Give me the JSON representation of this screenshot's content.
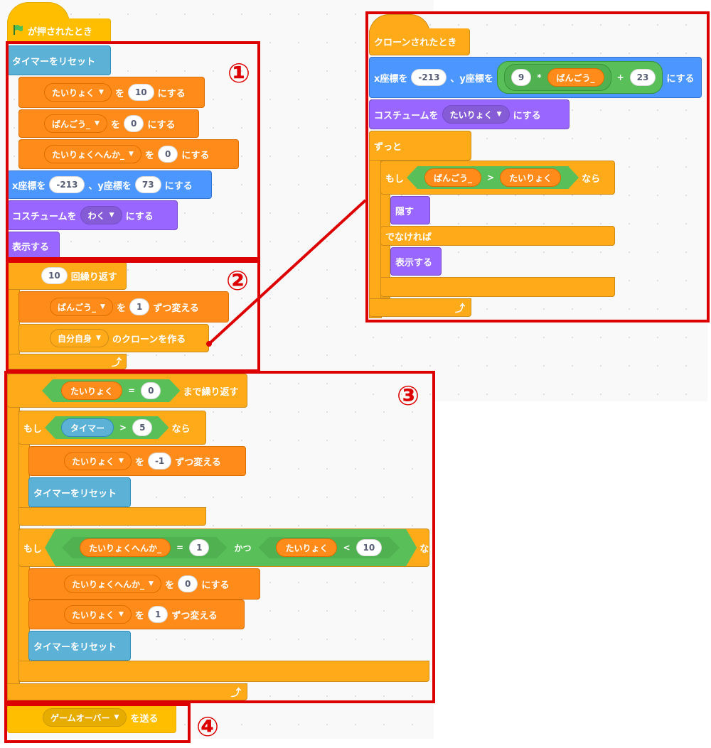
{
  "main_script": {
    "hat": {
      "label": "が押されたとき",
      "icon": "green-flag-icon"
    },
    "section1": {
      "reset_timer": "タイマーをリセット",
      "set_hp": {
        "var": "たいりょく",
        "mid": "を",
        "value": "10",
        "suffix": "にする"
      },
      "set_num": {
        "var": "ばんごう_",
        "mid": "を",
        "value": "0",
        "suffix": "にする"
      },
      "set_hpchange": {
        "var": "たいりょくへんか_",
        "mid": "を",
        "value": "0",
        "suffix": "にする"
      },
      "goto_xy": {
        "x_prefix": "x座標を",
        "x": "-213",
        "y_prefix": "、y座標を",
        "y": "73",
        "suffix": "にする"
      },
      "costume": {
        "prefix": "コスチュームを",
        "value": "わく",
        "suffix": "にする"
      },
      "show": "表示する"
    },
    "section2": {
      "repeat": {
        "count": "10",
        "label": "回繰り返す"
      },
      "change_num": {
        "var": "ばんごう_",
        "mid": "を",
        "value": "1",
        "suffix": "ずつ変える"
      },
      "clone": {
        "target": "自分自身",
        "suffix": "のクローンを作る"
      }
    },
    "section3": {
      "repeat_until": {
        "var": "たいりょく",
        "op": "=",
        "value": "0",
        "suffix": "まで繰り返す"
      },
      "if1": {
        "prefix": "もし",
        "reporter": "タイマー",
        "op": ">",
        "value": "5",
        "suffix": "なら"
      },
      "change_hp_minus": {
        "var": "たいりょく",
        "mid": "を",
        "value": "-1",
        "suffix": "ずつ変える"
      },
      "reset_timer_1": "タイマーをリセット",
      "if2": {
        "prefix": "もし",
        "var1": "たいりょくへんか_",
        "op1": "=",
        "val1": "1",
        "and": "かつ",
        "var2": "たいりょく",
        "op2": "<",
        "val2": "10",
        "suffix": "なら"
      },
      "set_hpchange_0": {
        "var": "たいりょくへんか_",
        "mid": "を",
        "value": "0",
        "suffix": "にする"
      },
      "change_hp_plus": {
        "var": "たいりょく",
        "mid": "を",
        "value": "1",
        "suffix": "ずつ変える"
      },
      "reset_timer_2": "タイマーをリセット"
    },
    "section4": {
      "broadcast": {
        "message": "ゲームオーバー",
        "suffix": "を送る"
      }
    }
  },
  "clone_script": {
    "hat": "クローンされたとき",
    "goto_xy": {
      "x_prefix": "x座標を",
      "x": "-213",
      "y_prefix": "、y座標を",
      "a": "9",
      "mul": "*",
      "var": "ばんごう_",
      "plus": "+",
      "b": "23",
      "suffix": "にする"
    },
    "costume": {
      "prefix": "コスチュームを",
      "value": "たいりょく",
      "suffix": "にする"
    },
    "forever": "ずっと",
    "if": {
      "prefix": "もし",
      "left": "ばんごう_",
      "op": ">",
      "right": "たいりょく",
      "suffix": "なら"
    },
    "hide": "隠す",
    "else": "でなければ",
    "show": "表示する"
  },
  "annotations": [
    "①",
    "②",
    "③",
    "④"
  ],
  "colors": {
    "annotation_red": "#dd0000",
    "events": "#ffbf00",
    "control": "#ffab19",
    "motion": "#4c97ff",
    "looks": "#9966ff",
    "sensing": "#5cb1d6",
    "variables": "#ff8c1a",
    "operators": "#59c059"
  }
}
